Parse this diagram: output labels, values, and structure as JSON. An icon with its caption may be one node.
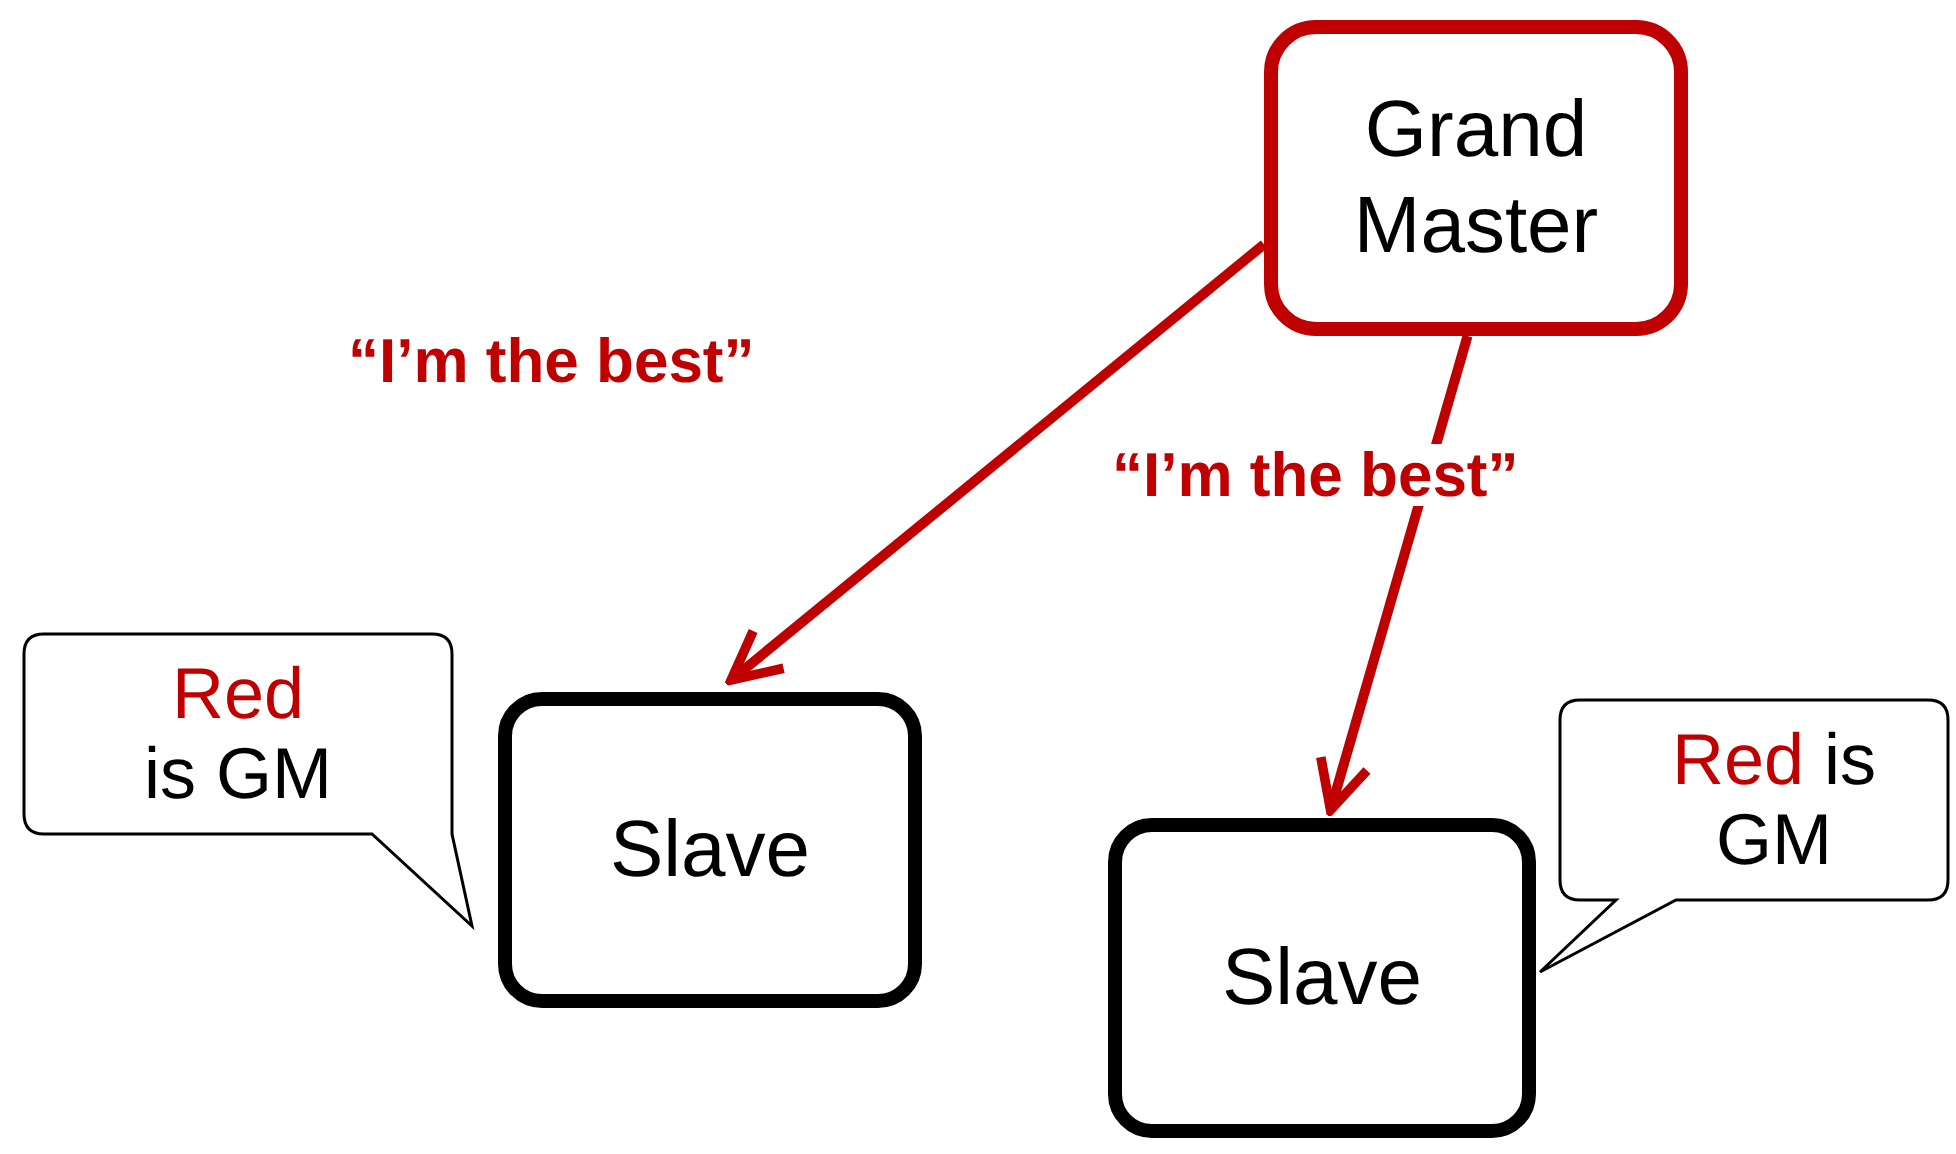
{
  "diagram": {
    "nodes": [
      {
        "text": [
          "Grand Master"
        ]
      },
      {
        "text": [
          "Slave"
        ]
      },
      {
        "text": [
          "Slave"
        ]
      },
      {
        "text": [
          "Red",
          "is GM"
        ]
      },
      {
        "text": [
          "Red",
          "is GM"
        ]
      }
    ],
    "edges": [
      {
        "from": 0,
        "to": 1,
        "arrow": "to",
        "label": "“I’m the best”"
      },
      {
        "from": 0,
        "to": 2,
        "arrow": "to",
        "label": "“I’m the best”"
      }
    ]
  }
}
